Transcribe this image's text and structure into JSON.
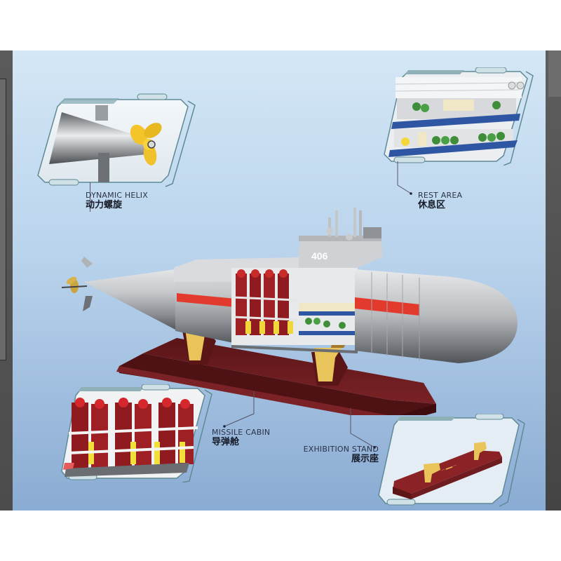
{
  "product": {
    "subject": "brick-built submarine model on exhibition stand",
    "hull_number": "406"
  },
  "callouts": [
    {
      "id": "dynamic-helix",
      "label_en": "DYNAMIC HELIX",
      "label_zh": "动力螺旋"
    },
    {
      "id": "rest-area",
      "label_en": "REST AREA",
      "label_zh": "休息区"
    },
    {
      "id": "missile-cabin",
      "label_en": "MISSILE CABIN",
      "label_zh": "导弹舱"
    },
    {
      "id": "exhibition-stand",
      "label_en": "EXHIBITION STAND",
      "label_zh": "展示座"
    }
  ],
  "colors": {
    "background_top": "#d4e7f6",
    "background_bottom": "#8aabd3",
    "hull_grey": "#b9bcc0",
    "stripe_red": "#e23a2c",
    "missile_red": "#9e1f24",
    "stand_maroon": "#6e1c1f",
    "support_yellow": "#e9c45a",
    "frame_teal": "#5e8a95"
  }
}
